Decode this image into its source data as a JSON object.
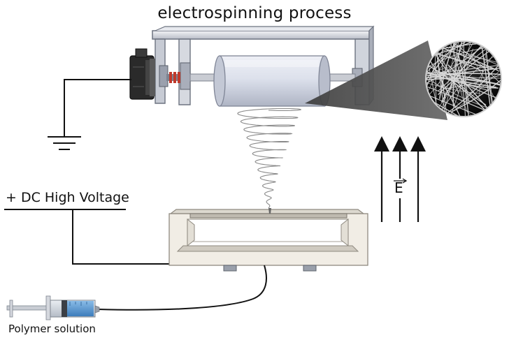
{
  "title": "electrospinning process",
  "labels": {
    "voltage": "+ DC High Voltage",
    "solution": "Polymer solution",
    "field": "E"
  },
  "icons": {
    "motor": "motor-icon",
    "ground": "ground-symbol-icon",
    "syringe": "syringe-icon",
    "field_arrows": "up-arrow-icon",
    "nanofiber_zoom": "magnifier-circle-icon"
  },
  "colors": {
    "wire": "#111111",
    "frame": "#8d93a0",
    "drum": "#d9dde8",
    "collector": "#eeeae2",
    "solution": "#4a8fd0",
    "coupling": "#c0392b"
  }
}
